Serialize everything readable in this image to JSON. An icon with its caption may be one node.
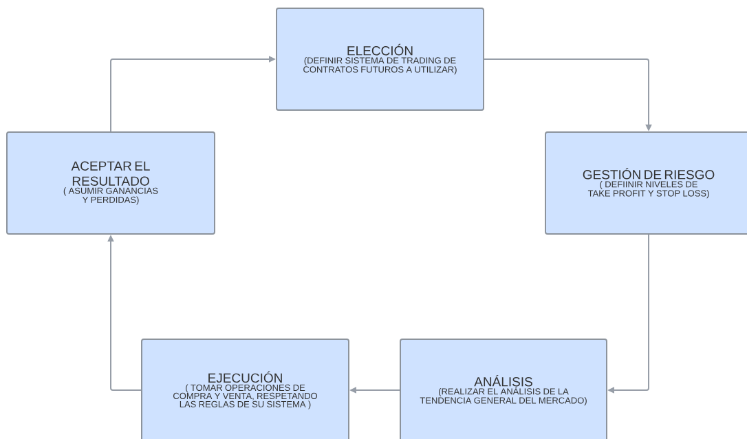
{
  "diagram": {
    "nodes": [
      {
        "text": [
          "ELECCIÓN",
          "(DEFINIR SISTEMA DE TRADING DE CONTRATOS FUTUROS A UTILIZAR)"
        ]
      },
      {
        "text": [
          "GESTIÓN DE RIESGO",
          "( DEFIINIR NIVELES DE TAKE PROFIT Y STOP LOSS)"
        ]
      },
      {
        "text": [
          "ANÁLISIS",
          "(REALIZAR EL ANÁLISIS DE LA TENDENCIA GENERAL DEL MERCADO)"
        ]
      },
      {
        "text": [
          "EJECUCIÓN",
          "( TOMAR OPERACIONES DE COMPRA Y VENTA, RESPETANDO LAS REGLAS DE SU SISTEMA )"
        ]
      },
      {
        "text": [
          "ACEPTAR EL RESULTADO",
          "( ASUMIR  GANANCIAS Y PERDIDAS)"
        ]
      }
    ],
    "edges": [
      {
        "from": 0,
        "to": 1,
        "arrow": "to"
      },
      {
        "from": 1,
        "to": 2,
        "arrow": "to"
      },
      {
        "from": 2,
        "to": 3,
        "arrow": "to"
      },
      {
        "from": 3,
        "to": 4,
        "arrow": "to"
      },
      {
        "from": 4,
        "to": 0,
        "arrow": "to"
      }
    ]
  }
}
